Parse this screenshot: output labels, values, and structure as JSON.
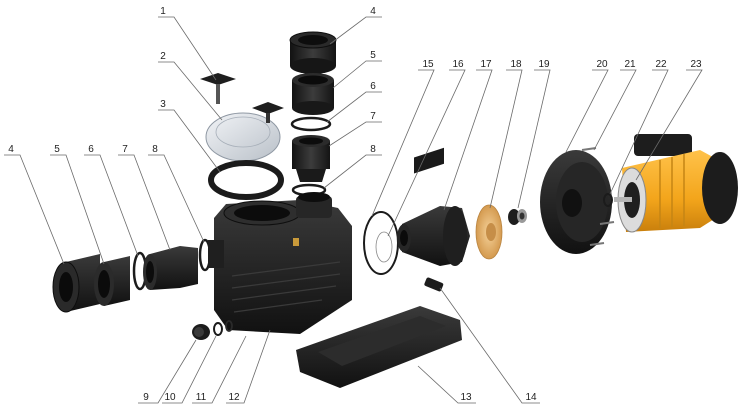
{
  "callouts": [
    {
      "id": "c1",
      "label": "1"
    },
    {
      "id": "c2",
      "label": "2"
    },
    {
      "id": "c3",
      "label": "3"
    },
    {
      "id": "c4a",
      "label": "4"
    },
    {
      "id": "c5a",
      "label": "5"
    },
    {
      "id": "c6a",
      "label": "6"
    },
    {
      "id": "c7a",
      "label": "7"
    },
    {
      "id": "c8a",
      "label": "8"
    },
    {
      "id": "c4b",
      "label": "4"
    },
    {
      "id": "c5b",
      "label": "5"
    },
    {
      "id": "c6b",
      "label": "6"
    },
    {
      "id": "c7b",
      "label": "7"
    },
    {
      "id": "c8b",
      "label": "8"
    },
    {
      "id": "c9",
      "label": "9"
    },
    {
      "id": "c10",
      "label": "10"
    },
    {
      "id": "c11",
      "label": "11"
    },
    {
      "id": "c12",
      "label": "12"
    },
    {
      "id": "c13",
      "label": "13"
    },
    {
      "id": "c14",
      "label": "14"
    },
    {
      "id": "c15",
      "label": "15"
    },
    {
      "id": "c16",
      "label": "16"
    },
    {
      "id": "c17",
      "label": "17"
    },
    {
      "id": "c18",
      "label": "18"
    },
    {
      "id": "c19",
      "label": "19"
    },
    {
      "id": "c20",
      "label": "20"
    },
    {
      "id": "c21",
      "label": "21"
    },
    {
      "id": "c22",
      "label": "22"
    },
    {
      "id": "c23",
      "label": "23"
    }
  ],
  "colors": {
    "part_black": "#1c1c1c",
    "part_dark": "#2a2a2a",
    "motor_orange": "#f3a51b",
    "impeller_tan": "#e8b872",
    "clear_lid": "#dfe4ea",
    "leader_line": "#6a6a6a"
  }
}
